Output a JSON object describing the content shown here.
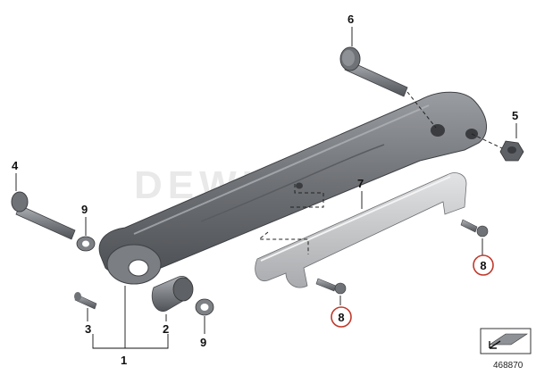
{
  "watermark": "DEWIKI",
  "reference_number": "468870",
  "callouts": {
    "p1": "1",
    "p2": "2",
    "p3": "3",
    "p4": "4",
    "p5": "5",
    "p6": "6",
    "p7": "7",
    "p8a": "8",
    "p8b": "8",
    "p9a": "9",
    "p9b": "9"
  },
  "colors": {
    "part_metal": "#8e9196",
    "part_dark": "#55585c",
    "cover_plate": "#c7c9cb",
    "highlight_circle": "#c0392b"
  },
  "icons": {
    "nav_symbol": "arrow-page-icon"
  }
}
